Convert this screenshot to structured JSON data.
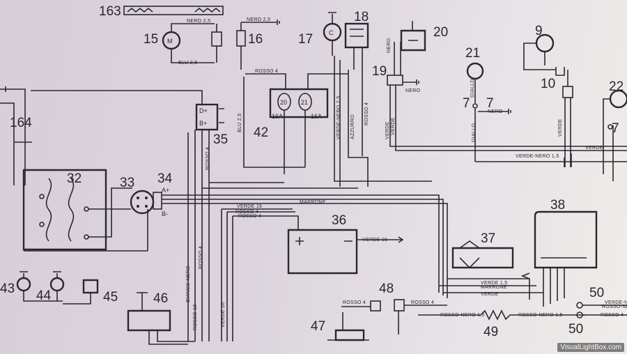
{
  "credit": "VisualLightBox.com",
  "component_numbers": [
    "163",
    "15",
    "16",
    "17",
    "18",
    "20",
    "9",
    "21",
    "19",
    "10",
    "22",
    "7",
    "7",
    "7",
    "164",
    "42",
    "35",
    "32",
    "33",
    "34",
    "36",
    "37",
    "38",
    "43",
    "44",
    "45",
    "46",
    "48",
    "47",
    "49",
    "50",
    "50"
  ],
  "terminal_labels": [
    "A+",
    "B-",
    "D+",
    "B+",
    "16A",
    "16A",
    "20",
    "21"
  ],
  "wire_labels": [
    "NERO 2,5",
    "BLU 2,5",
    "NERO 2,5",
    "ROSSO 4",
    "ROSSO 4",
    "BLU 2,5",
    "VERDE-NERO 2,5",
    "AZZURRO",
    "ROSSO 4",
    "NERO",
    "NERO",
    "GIALLO",
    "NERO",
    "VERDE",
    "VERDE",
    "VERDE-NERO 1,5",
    "GIALLO",
    "VERDE",
    "VERDE",
    "MARRONE",
    "VERDE 16",
    "ROSSO 4",
    "ROSSO 4",
    "BIANCO-NERO",
    "ROSSO 4",
    "ROSSO 10",
    "VERDE 16",
    "VERDE 16",
    "VERDE 1,5",
    "MARRONE",
    "VERDE",
    "ROSSO 4",
    "ROSSO 4",
    "ROSSO-NERO 1,5",
    "ROSSO-NERO 1,5",
    "ROSSO 4",
    "VERDE-NERO",
    "ROSSO-NERO"
  ]
}
